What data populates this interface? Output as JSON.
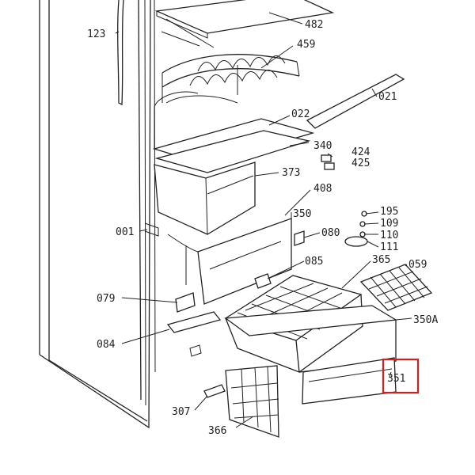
{
  "parts": [
    {
      "id": "p123",
      "number": "123"
    },
    {
      "id": "p482",
      "number": "482"
    },
    {
      "id": "p459",
      "number": "459"
    },
    {
      "id": "p021",
      "number": "021"
    },
    {
      "id": "p022",
      "number": "022"
    },
    {
      "id": "p340",
      "number": "340"
    },
    {
      "id": "p424",
      "number": "424"
    },
    {
      "id": "p425",
      "number": "425"
    },
    {
      "id": "p373",
      "number": "373"
    },
    {
      "id": "p408",
      "number": "408"
    },
    {
      "id": "p350",
      "number": "350"
    },
    {
      "id": "p195",
      "number": "195"
    },
    {
      "id": "p109",
      "number": "109"
    },
    {
      "id": "p110",
      "number": "110"
    },
    {
      "id": "p111",
      "number": "111"
    },
    {
      "id": "p001",
      "number": "001"
    },
    {
      "id": "p080",
      "number": "080"
    },
    {
      "id": "p085",
      "number": "085"
    },
    {
      "id": "p365",
      "number": "365"
    },
    {
      "id": "p059",
      "number": "059"
    },
    {
      "id": "p079",
      "number": "079"
    },
    {
      "id": "p350A",
      "number": "350A"
    },
    {
      "id": "p084",
      "number": "084"
    },
    {
      "id": "p351",
      "number": "351"
    },
    {
      "id": "p307",
      "number": "307"
    },
    {
      "id": "p366",
      "number": "366"
    }
  ],
  "highlight": {
    "part": "351",
    "color": "#d21f1f"
  }
}
